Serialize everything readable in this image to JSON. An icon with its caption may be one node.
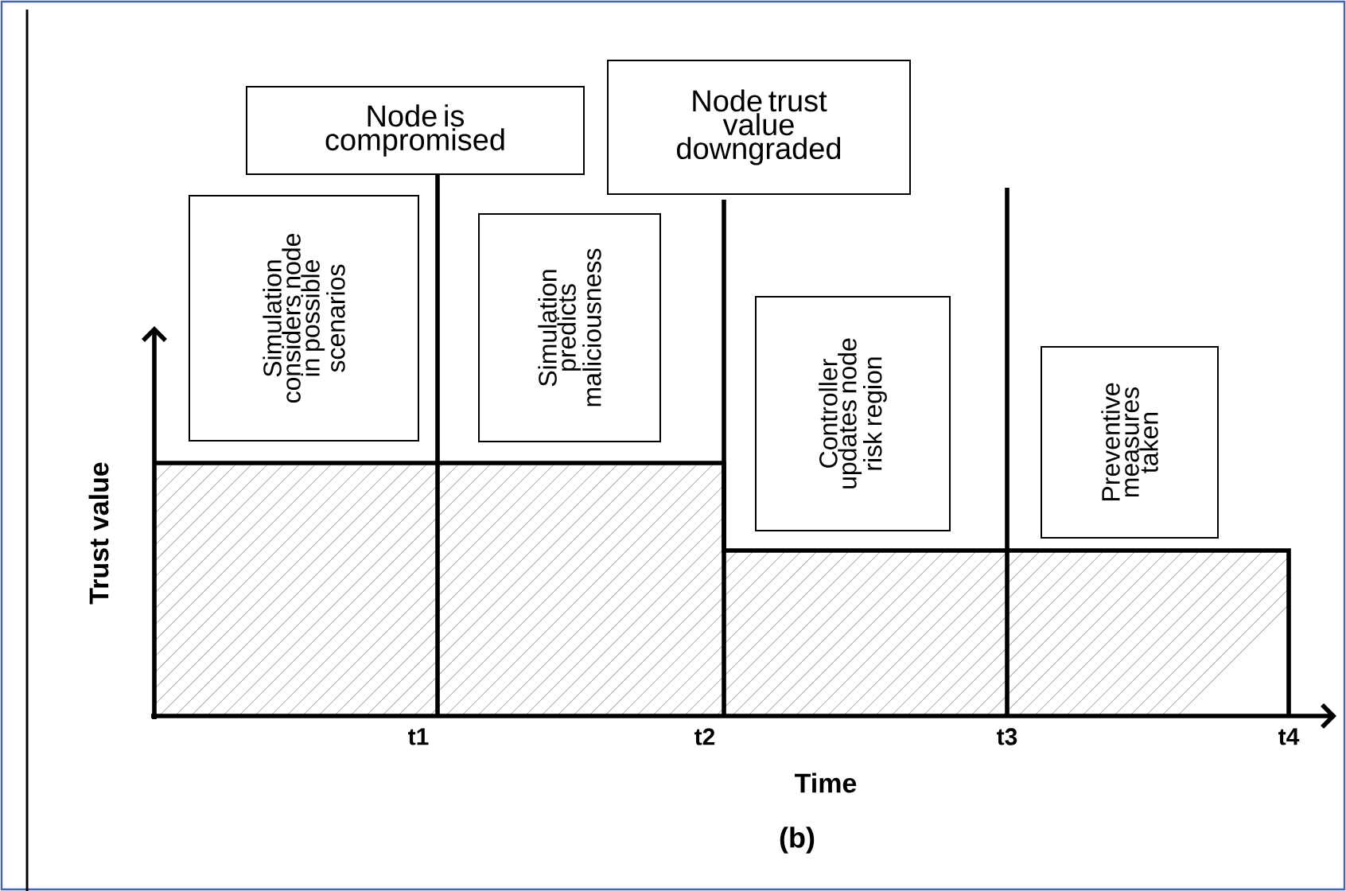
{
  "diagram": {
    "caption": "(b)",
    "nodes": [
      {
        "text": [
          "Node is compromised"
        ]
      },
      {
        "text": [
          "Node trust value downgraded"
        ]
      },
      {
        "text": [
          "Simulation considers node in possible scenarios"
        ]
      },
      {
        "text": [
          "Simulation predicts maliciousness"
        ]
      },
      {
        "text": [
          "Controller updates node risk region"
        ]
      },
      {
        "text": [
          "Preventive measures taken"
        ]
      }
    ],
    "edges": [
      {
        "from": 0,
        "to": null,
        "arrow": "none"
      },
      {
        "from": 1,
        "to": null,
        "arrow": "none"
      }
    ],
    "labels": [
      "Trust value",
      "t1",
      "t2",
      "t3",
      "t4",
      "Time"
    ]
  }
}
